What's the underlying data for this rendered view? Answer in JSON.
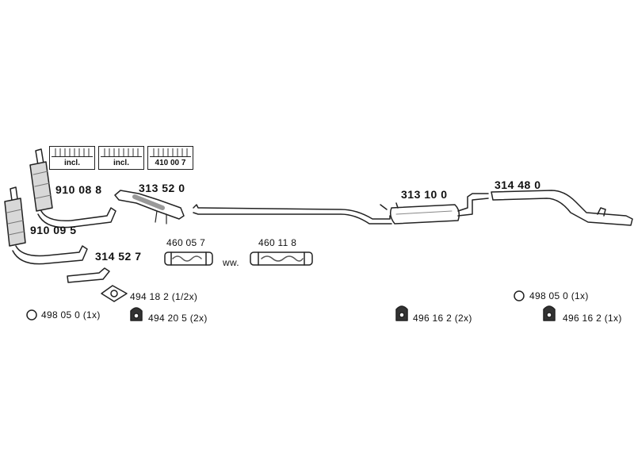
{
  "parts": {
    "cat_1": "910 08 8",
    "cat_2": "910 09 5",
    "front_pipe_1": "313 52 0",
    "front_pipe_2": "314 52 7",
    "flex_1": "460 05 7",
    "flex_2": "460 11 8",
    "flex_alt": "ww.",
    "center_muffler": "313 10 0",
    "rear_pipe": "314 48 0"
  },
  "kit_boxes": [
    "incl.",
    "incl.",
    "410 00 7"
  ],
  "accessories": {
    "ring_left": "498 05 0 (1x)",
    "gasket": "494 18 2 (1/2x)",
    "hanger_left": "494 20 5 (2x)",
    "hanger_mid": "496 16 2 (2x)",
    "ring_right": "498 05 0 (1x)",
    "hanger_right": "496 16 2 (1x)"
  },
  "icons": [
    "exhaust-kit-box-icon",
    "catalytic-converter-icon",
    "flex-pipe-icon",
    "muffler-icon",
    "ring-clamp-icon",
    "gasket-icon",
    "rubber-hanger-icon"
  ]
}
